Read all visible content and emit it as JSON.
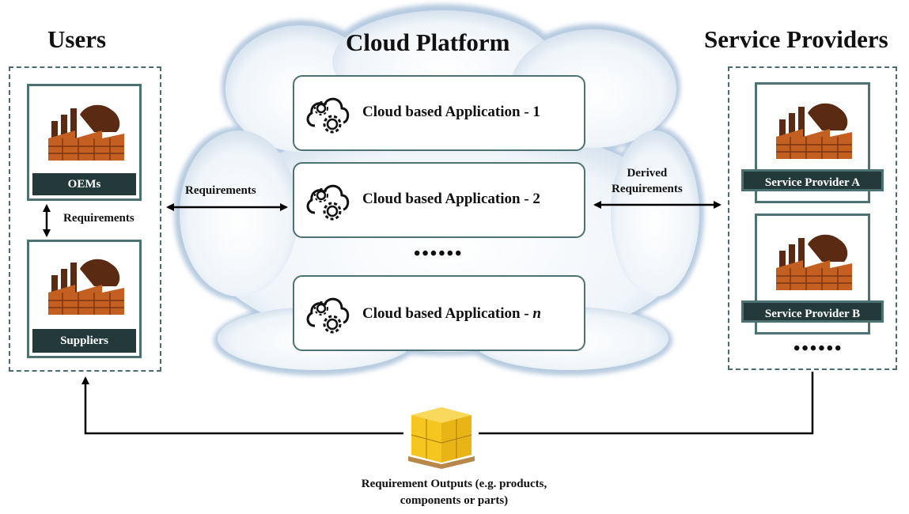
{
  "titles": {
    "users": "Users",
    "cloud": "Cloud Platform",
    "providers": "Service Providers"
  },
  "users": {
    "oem_label": "OEMs",
    "supplier_label": "Suppliers",
    "link_label": "Requirements"
  },
  "apps": [
    {
      "prefix": "Cloud based Application - ",
      "suffix": "1"
    },
    {
      "prefix": "Cloud based Application - ",
      "suffix": "2"
    },
    {
      "prefix": "Cloud based Application - ",
      "suffix": "n"
    }
  ],
  "apps_ellipsis": "••••••",
  "providers": {
    "a_label": "Service  Provider  A",
    "b_label": "Service  Provider  B",
    "ellipsis": "••••••"
  },
  "arrows": {
    "left_label": "Requirements",
    "right_label_line1": "Derived",
    "right_label_line2": "Requirements"
  },
  "outputs": {
    "line1": "Requirement Outputs (e.g. products,",
    "line2": "components or parts)"
  },
  "colors": {
    "frame": "#4d7274",
    "label_bg": "#24393a",
    "factory": "#5a2a12",
    "cloud_fill": "#e3edf6",
    "package": "#f2c21b"
  }
}
